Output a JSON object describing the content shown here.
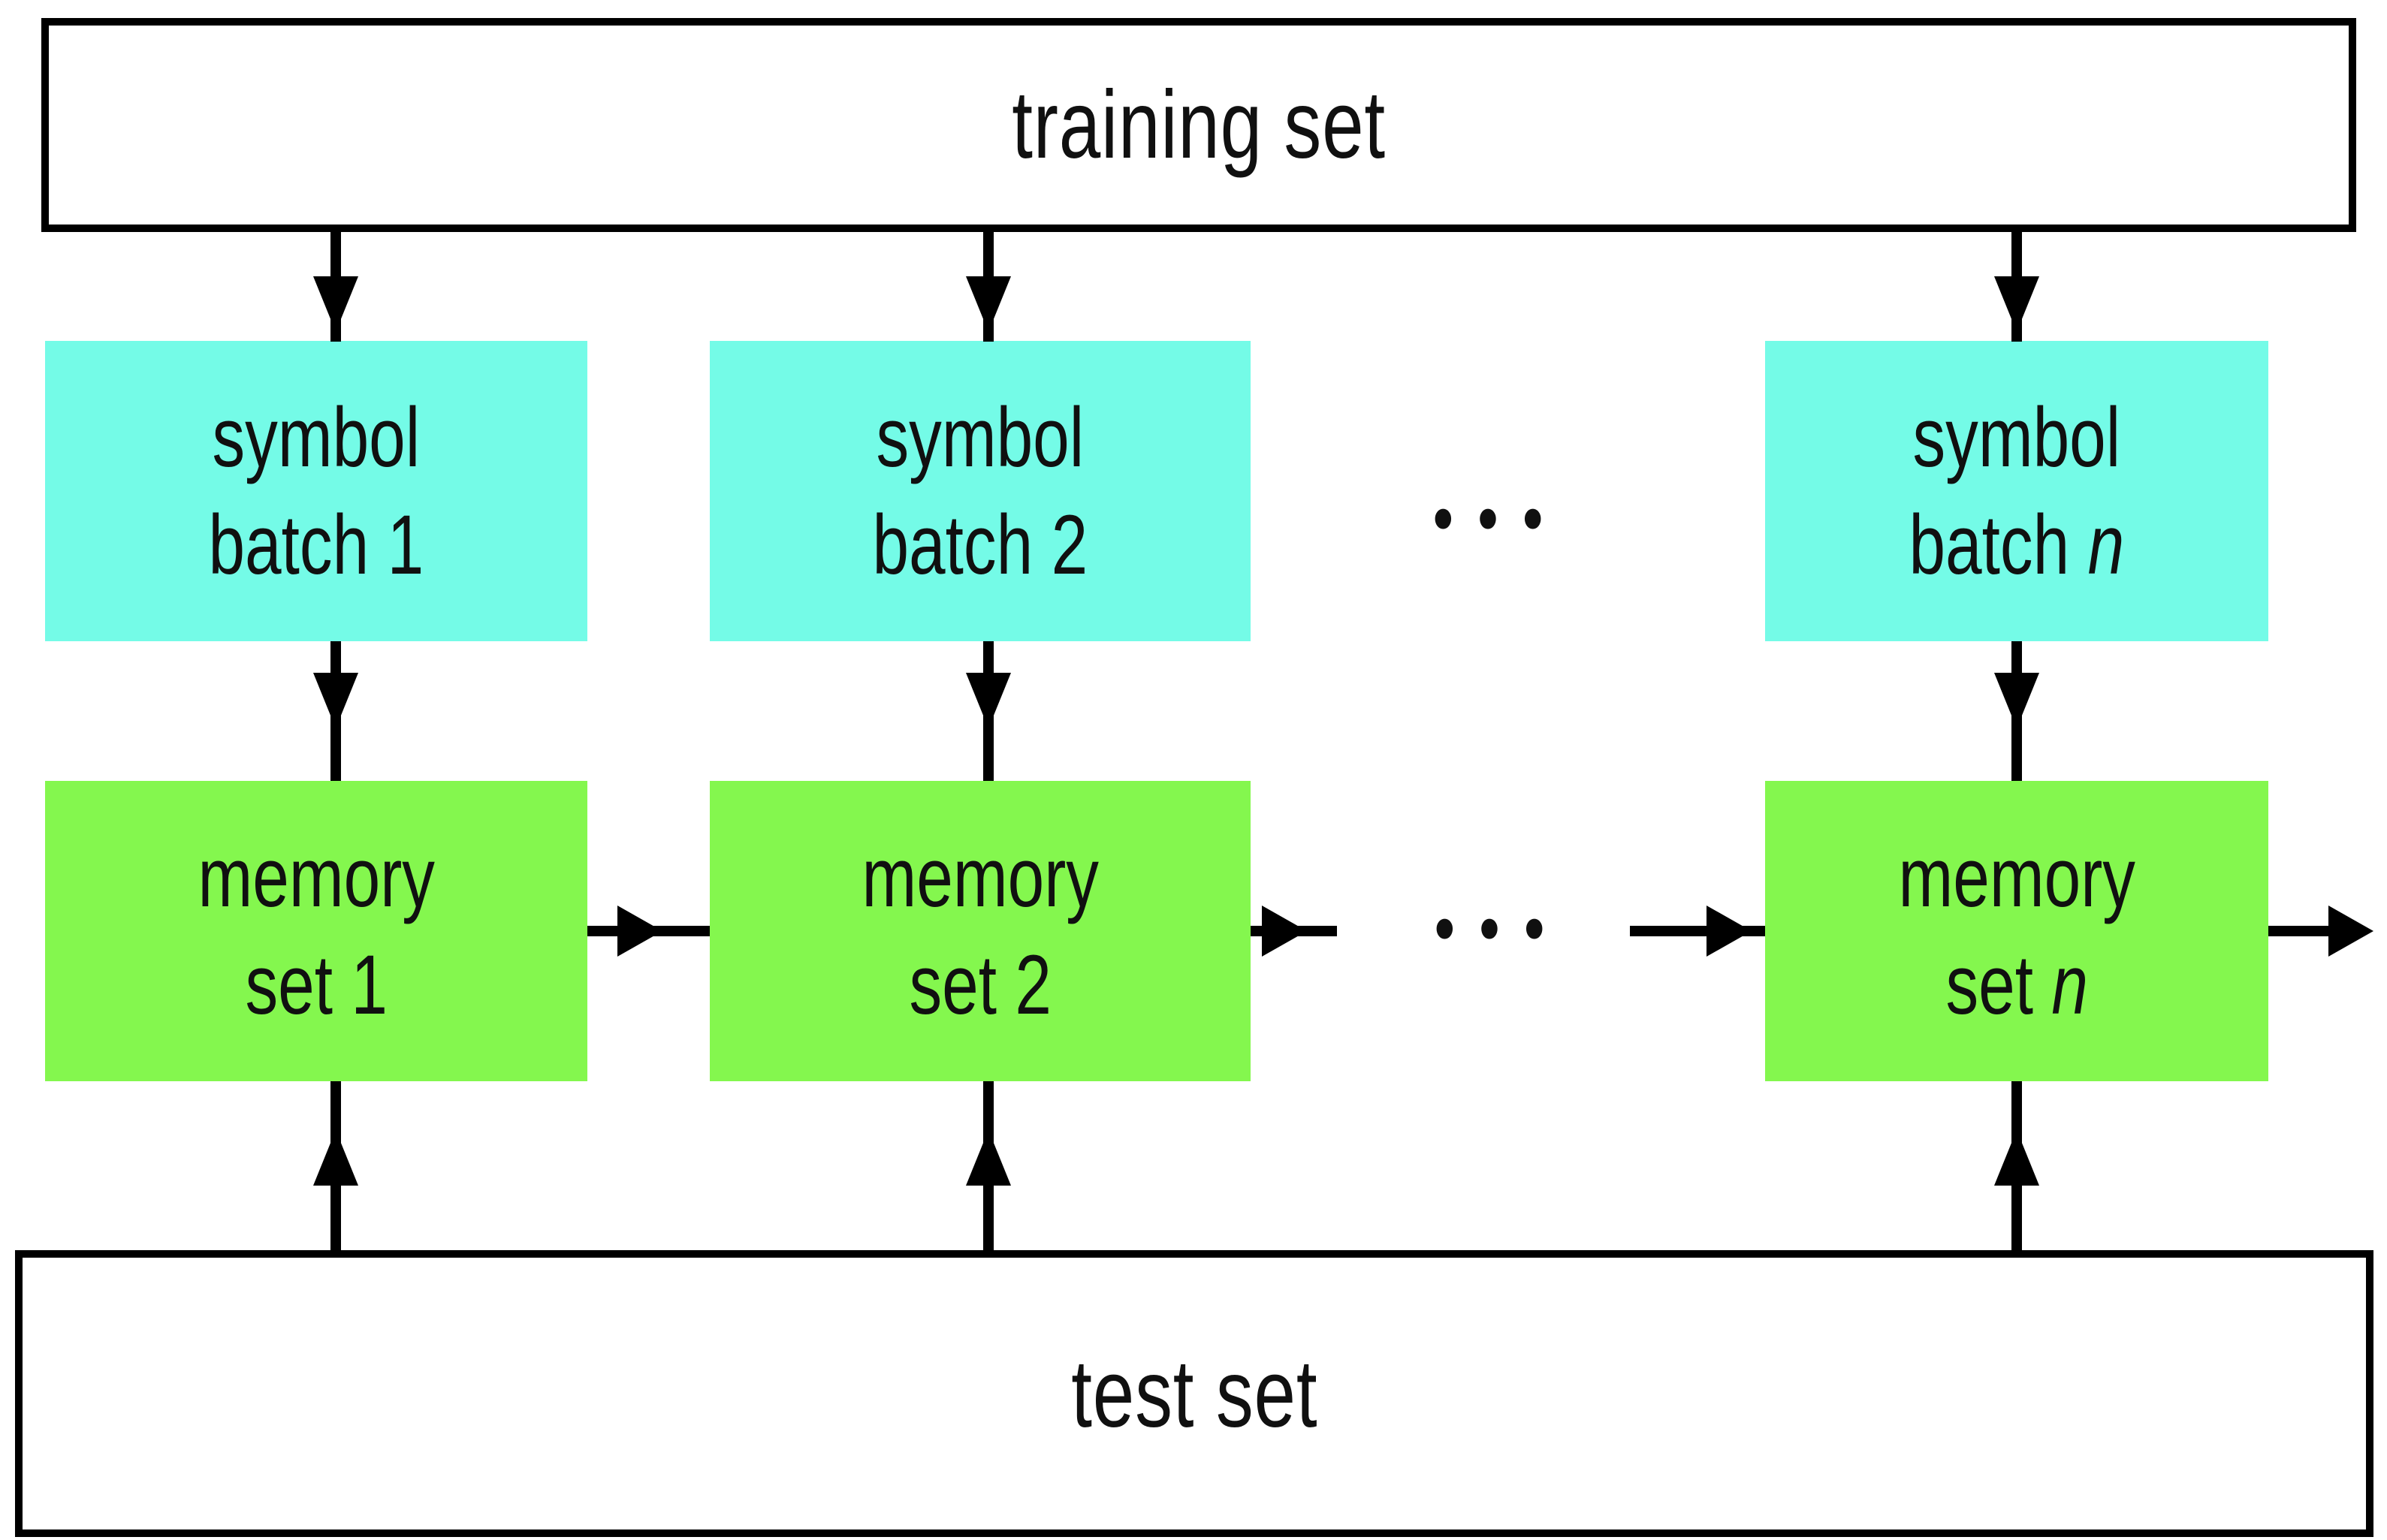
{
  "diagram": {
    "top_box": {
      "label": "training set"
    },
    "bottom_box": {
      "label": "test set"
    },
    "columns": [
      {
        "symbol_line1": "symbol",
        "symbol_line2": "batch",
        "memory_line1": "memory",
        "memory_line2": "set",
        "index": "1"
      },
      {
        "symbol_line1": "symbol",
        "symbol_line2": "batch",
        "memory_line1": "memory",
        "memory_line2": "set",
        "index": "2"
      },
      {
        "symbol_line1": "symbol",
        "symbol_line2": "batch",
        "memory_line1": "memory",
        "memory_line2": "set",
        "index": "n"
      }
    ],
    "ellipsis": "•••",
    "colors": {
      "symbol_box": "#74fbe7",
      "memory_box": "#84f74e",
      "line": "#000000",
      "text": "#101010",
      "background": "#ffffff"
    }
  }
}
